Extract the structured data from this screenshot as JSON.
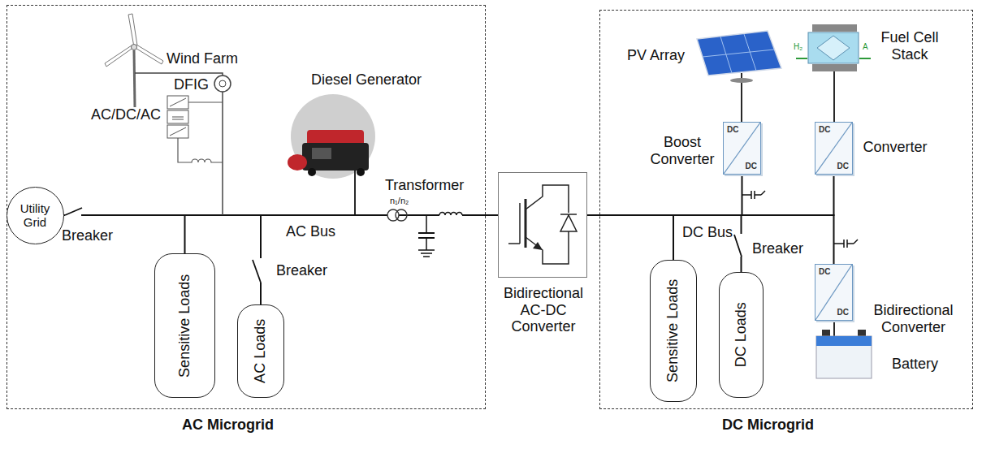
{
  "diagram": {
    "nodes": [
      {
        "text": [
          "AC Microgrid"
        ]
      },
      {
        "text": [
          "DC Microgrid"
        ]
      },
      {
        "text": [
          "Utility Grid"
        ],
        "in": 0
      },
      {
        "text": [
          "Sensitive Loads"
        ],
        "in": 0
      },
      {
        "text": [
          "AC Loads"
        ],
        "in": 0
      },
      {
        "text": [
          "Bidirectional AC-DC Converter"
        ]
      },
      {
        "text": [
          "DC",
          "DC",
          "Boost Converter"
        ],
        "in": 1
      },
      {
        "text": [
          "DC",
          "DC",
          "Converter"
        ],
        "in": 1
      },
      {
        "text": [
          "DC",
          "DC",
          "Bidirectional Converter"
        ],
        "in": 1
      },
      {
        "text": [
          "Sensitive Loads"
        ],
        "in": 1
      },
      {
        "text": [
          "DC Loads"
        ],
        "in": 1
      }
    ],
    "edges": [
      {
        "from": 2,
        "to": 5,
        "arrow": "none"
      },
      {
        "from": 2,
        "to": 3,
        "arrow": "none"
      },
      {
        "from": 2,
        "to": 4,
        "arrow": "none"
      },
      {
        "from": 5,
        "to": 9,
        "arrow": "none"
      },
      {
        "from": 5,
        "to": 10,
        "arrow": "none"
      },
      {
        "from": 5,
        "to": 6,
        "arrow": "none"
      },
      {
        "from": 5,
        "to": 7,
        "arrow": "none"
      },
      {
        "from": 5,
        "to": 8,
        "arrow": "none"
      }
    ],
    "labels": [
      "Wind Farm",
      "DFIG",
      "AC/DC/AC",
      "Diesel Generator",
      "Transformer",
      "n₁/n₂",
      "Breaker",
      "AC Bus",
      "Breaker",
      "PV Array",
      "Fuel Cell Stack",
      "H₂",
      "A",
      "DC Bus",
      "Breaker",
      "Battery"
    ]
  }
}
